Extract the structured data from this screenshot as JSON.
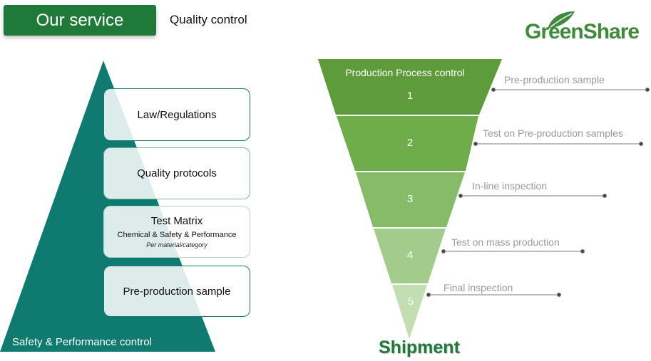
{
  "header": {
    "title": "Our service",
    "subtitle": "Quality control"
  },
  "logo": {
    "text": "GreenShare",
    "brand_color": "#3f8a3c"
  },
  "pyramid": {
    "caption": "Safety & Performance control",
    "color": "#0f7a70",
    "boxes": [
      {
        "title": "Law/Regulations"
      },
      {
        "title": "Quality protocols"
      },
      {
        "title": "Test Matrix",
        "subtitle": "Chemical & Safety & Performance",
        "note": "Per material/category"
      },
      {
        "title": "Pre-production sample"
      }
    ]
  },
  "funnel": {
    "title": "Production Process control",
    "colors": [
      "#5e9b3b",
      "#6ead49",
      "#86bb68",
      "#a3cb8b",
      "#c3deb0"
    ],
    "steps": [
      {
        "number": "1",
        "label": "Pre-production sample"
      },
      {
        "number": "2",
        "label": "Test on Pre-production samples"
      },
      {
        "number": "3",
        "label": "In-line inspection"
      },
      {
        "number": "4",
        "label": "Test on mass production"
      },
      {
        "number": "5",
        "label": "Final inspection"
      }
    ],
    "footer": "Shipment"
  }
}
